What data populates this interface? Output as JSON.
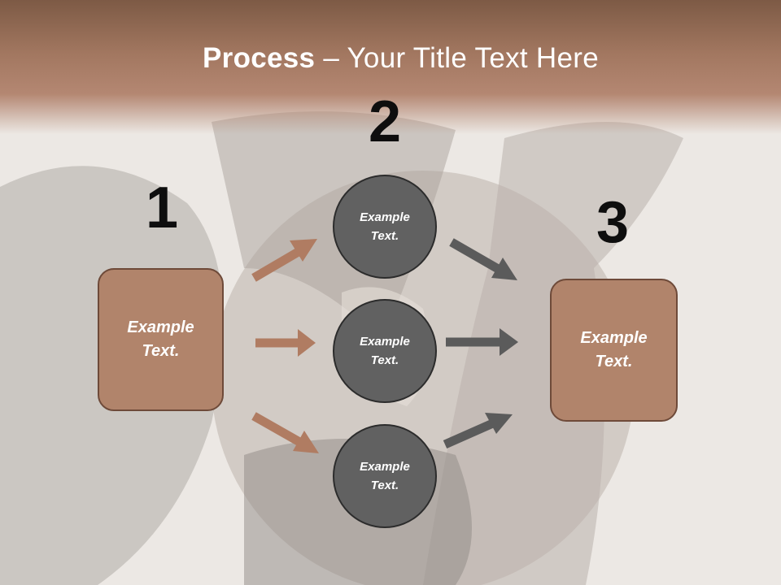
{
  "title": {
    "strong": "Process",
    "rest": " – Your Title Text Here"
  },
  "steps": {
    "one": "1",
    "two": "2",
    "three": "3"
  },
  "left_box": {
    "text": "Example\nText."
  },
  "right_box": {
    "text": "Example\nText."
  },
  "circles": [
    {
      "text": "Example\nText."
    },
    {
      "text": "Example\nText."
    },
    {
      "text": "Example\nText."
    }
  ],
  "colors": {
    "box_fill": "#b1846b",
    "box_border": "#6e4a39",
    "circle_fill": "#616161",
    "arrow_brown": "#b07c62",
    "arrow_gray": "#5b5b5b",
    "title_band": "#a27760"
  }
}
